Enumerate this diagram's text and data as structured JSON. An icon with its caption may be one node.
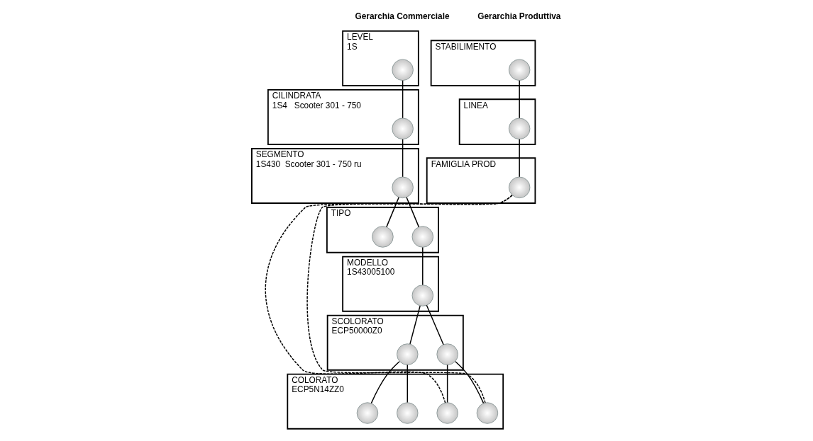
{
  "diagram": {
    "nodes": [
      {
        "text": [
          "LEVEL",
          "1S"
        ]
      },
      {
        "text": [],
        "shape": "circle",
        "in": 0
      },
      {
        "text": [
          "CILINDRATA",
          "1S4   Scooter 301 - 750"
        ]
      },
      {
        "text": [],
        "shape": "circle",
        "in": 2
      },
      {
        "text": [
          "SEGMENTO",
          "1S430  Scooter 301 - 750 ru"
        ]
      },
      {
        "text": [],
        "shape": "circle",
        "in": 4
      },
      {
        "text": [
          "TIPO"
        ]
      },
      {
        "text": [],
        "shape": "circle",
        "in": 6
      },
      {
        "text": [],
        "shape": "circle",
        "in": 6
      },
      {
        "text": [
          "MODELLO",
          "1S43005100"
        ]
      },
      {
        "text": [],
        "shape": "circle",
        "in": 9
      },
      {
        "text": [
          "SCOLORATO",
          "ECP50000Z0"
        ]
      },
      {
        "text": [],
        "shape": "circle",
        "in": 11
      },
      {
        "text": [],
        "shape": "circle",
        "in": 11
      },
      {
        "text": [
          "COLORATO",
          "ECP5N14ZZ0"
        ]
      },
      {
        "text": [],
        "shape": "circle",
        "in": 14
      },
      {
        "text": [],
        "shape": "circle",
        "in": 14
      },
      {
        "text": [],
        "shape": "circle",
        "in": 14
      },
      {
        "text": [],
        "shape": "circle",
        "in": 14
      },
      {
        "text": [
          "STABILIMENTO"
        ]
      },
      {
        "text": [],
        "shape": "circle",
        "in": 19
      },
      {
        "text": [
          "LINEA"
        ]
      },
      {
        "text": [],
        "shape": "circle",
        "in": 21
      },
      {
        "text": [
          "FAMIGLIA PROD"
        ]
      },
      {
        "text": [],
        "shape": "circle",
        "in": 23
      }
    ],
    "edges": [
      {
        "from": 1,
        "to": 3,
        "arrow": "none"
      },
      {
        "from": 3,
        "to": 5,
        "arrow": "none"
      },
      {
        "from": 5,
        "to": 7,
        "arrow": "none"
      },
      {
        "from": 5,
        "to": 8,
        "arrow": "none"
      },
      {
        "from": 8,
        "to": 10,
        "arrow": "none"
      },
      {
        "from": 10,
        "to": 12,
        "arrow": "none"
      },
      {
        "from": 10,
        "to": 13,
        "arrow": "none"
      },
      {
        "from": 12,
        "to": 15,
        "arrow": "none"
      },
      {
        "from": 12,
        "to": 16,
        "arrow": "none"
      },
      {
        "from": 13,
        "to": 17,
        "arrow": "none"
      },
      {
        "from": 13,
        "to": 18,
        "arrow": "none"
      },
      {
        "from": 20,
        "to": 22,
        "arrow": "none"
      },
      {
        "from": 22,
        "to": 24,
        "arrow": "none"
      },
      {
        "from": 17,
        "to": 24,
        "arrow": "none",
        "style": "dashed"
      },
      {
        "from": 18,
        "to": 24,
        "arrow": "none",
        "style": "dashed"
      }
    ],
    "labels": [
      "Gerarchia Commerciale",
      "Gerarchia Produttiva"
    ]
  }
}
